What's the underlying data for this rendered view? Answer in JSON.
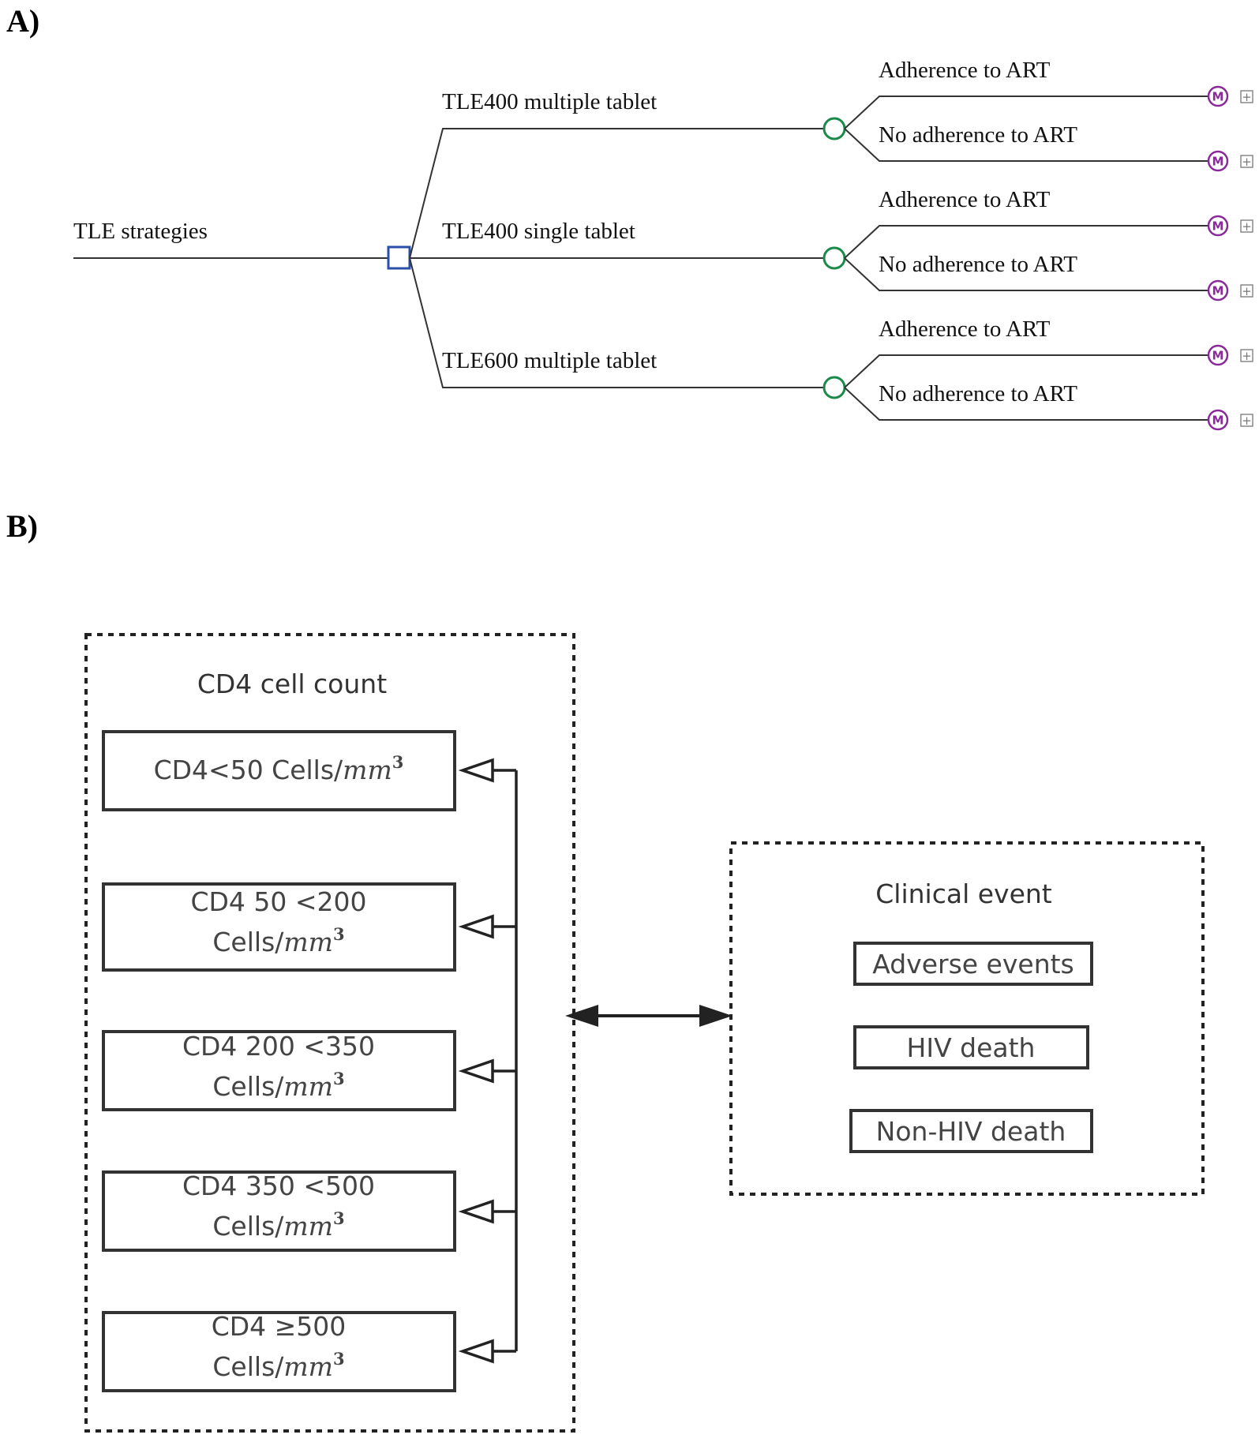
{
  "panel_a": {
    "label": "A)",
    "root_label": "TLE strategies",
    "strategies": [
      {
        "label": "TLE400 multiple tablet",
        "outcomes": [
          "Adherence to ART",
          "No adherence to ART"
        ]
      },
      {
        "label": "TLE400 single tablet",
        "outcomes": [
          "Adherence to ART",
          "No adherence to ART"
        ]
      },
      {
        "label": "TLE600 multiple tablet",
        "outcomes": [
          "Adherence to ART",
          "No adherence to ART"
        ]
      }
    ],
    "markov_node_symbol": "M",
    "expand_symbol": "+",
    "colors": {
      "decision_node": "#2b4fa8",
      "chance_node": "#1a8a4a",
      "markov_node": "#8a2a9a"
    }
  },
  "panel_b": {
    "label": "B)",
    "cd4_group": {
      "title": "CD4 cell count",
      "states": [
        {
          "line1": "CD4<50 Cells/",
          "unit": "mm",
          "sup": "3"
        },
        {
          "line1": "CD4 50 <200",
          "line2": "Cells/",
          "unit": "mm",
          "sup": "3"
        },
        {
          "line1": "CD4 200 <350",
          "line2": "Cells/",
          "unit": "mm",
          "sup": "3"
        },
        {
          "line1": "CD4 350 <500",
          "line2": "Cells/",
          "unit": "mm",
          "sup": "3"
        },
        {
          "line1": "CD4 ≥500",
          "line2": "Cells/",
          "unit": "mm",
          "sup": "3"
        }
      ]
    },
    "clinical_group": {
      "title": "Clinical event",
      "events": [
        "Adverse events",
        "HIV death",
        "Non-HIV death"
      ]
    }
  }
}
